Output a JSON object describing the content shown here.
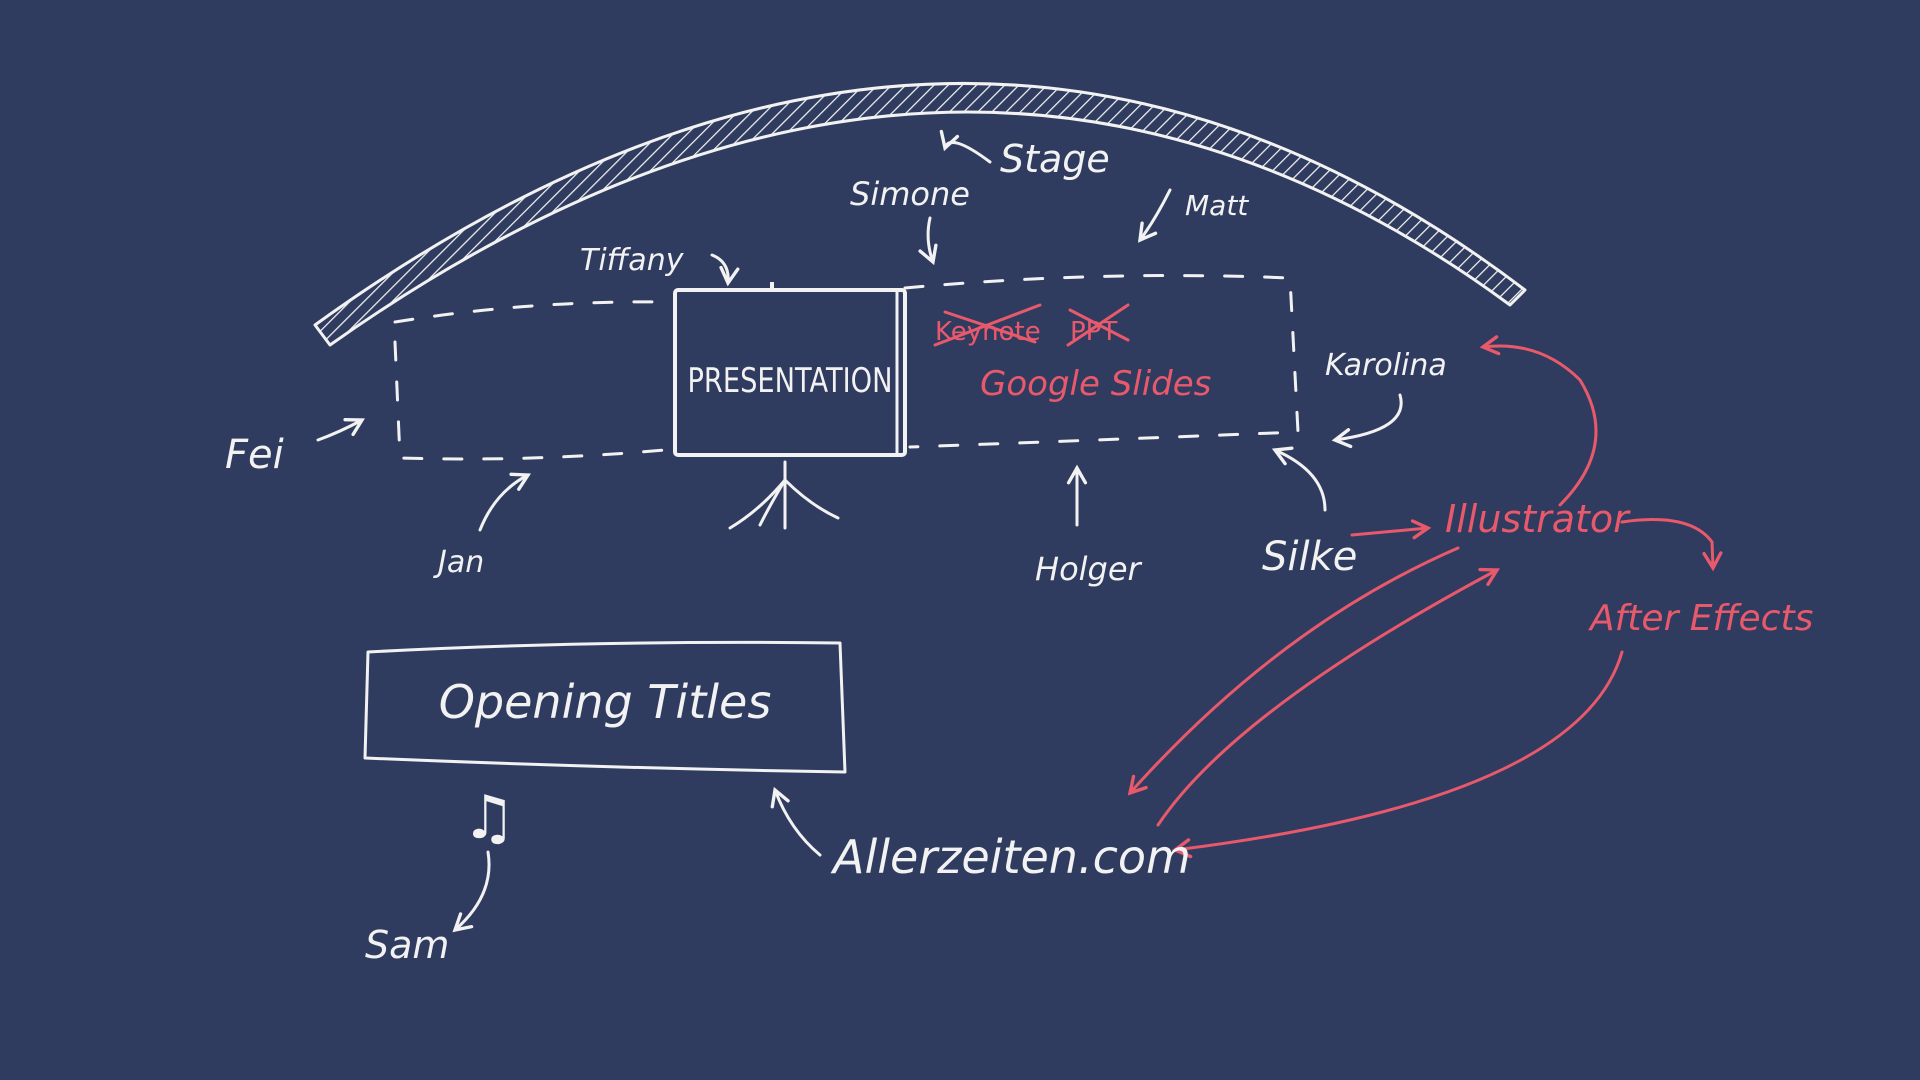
{
  "colors": {
    "background": "#303c5f",
    "ink": "#f2f2f2",
    "accent": "#e8596b"
  },
  "stage": {
    "label": "Stage"
  },
  "screen": {
    "label": "PRESENTATION"
  },
  "software": {
    "struck": [
      "Keynote",
      "PPT"
    ],
    "chosen": "Google Slides",
    "illustrator": "Illustrator",
    "after_effects": "After Effects"
  },
  "people": {
    "simone": "Simone",
    "matt": "Matt",
    "tiffany": "Tiffany",
    "karolina": "Karolina",
    "fei": "Fei",
    "jan": "Jan",
    "holger": "Holger",
    "silke": "Silke",
    "sam": "Sam"
  },
  "titles_box": {
    "label": "Opening Titles"
  },
  "website": {
    "label": "Allerzeiten.com"
  },
  "music": {
    "icon": "music-note-icon",
    "glyph": "♫"
  }
}
